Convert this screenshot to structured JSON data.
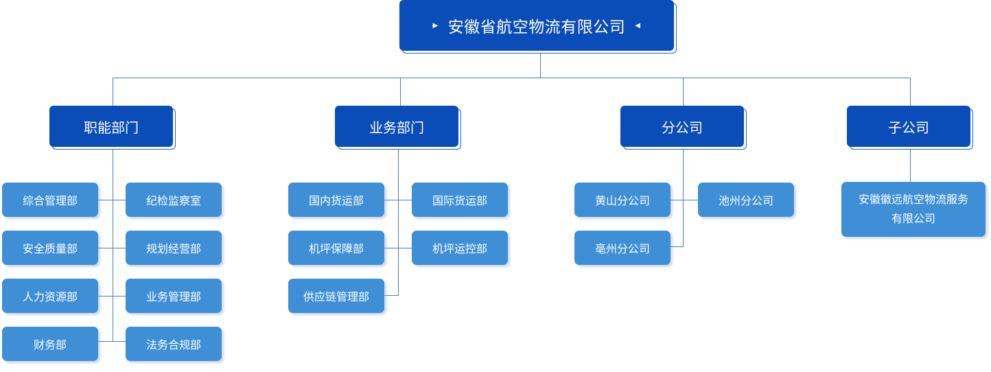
{
  "root": {
    "label": "安徽省航空物流有限公司"
  },
  "categories": [
    {
      "label": "职能部门",
      "items": [
        "综合管理部",
        "纪检监察室",
        "安全质量部",
        "规划经营部",
        "人力资源部",
        "业务管理部",
        "财务部",
        "法务合规部"
      ]
    },
    {
      "label": "业务部门",
      "items": [
        "国内货运部",
        "国际货运部",
        "机坪保障部",
        "机坪运控部",
        "供应链管理部"
      ]
    },
    {
      "label": "分公司",
      "items": [
        "黄山分公司",
        "池州分公司",
        "亳州分公司"
      ]
    },
    {
      "label": "子公司",
      "items": [
        "安徽徽远航空物流服务有限公司"
      ]
    }
  ],
  "subsidiary_lines": [
    "安徽徽远航空物流服务",
    "有限公司"
  ],
  "colors": {
    "dark_box": "#0b4db8",
    "light_box": "#3f8fd6",
    "line": "#4a7fb3"
  }
}
